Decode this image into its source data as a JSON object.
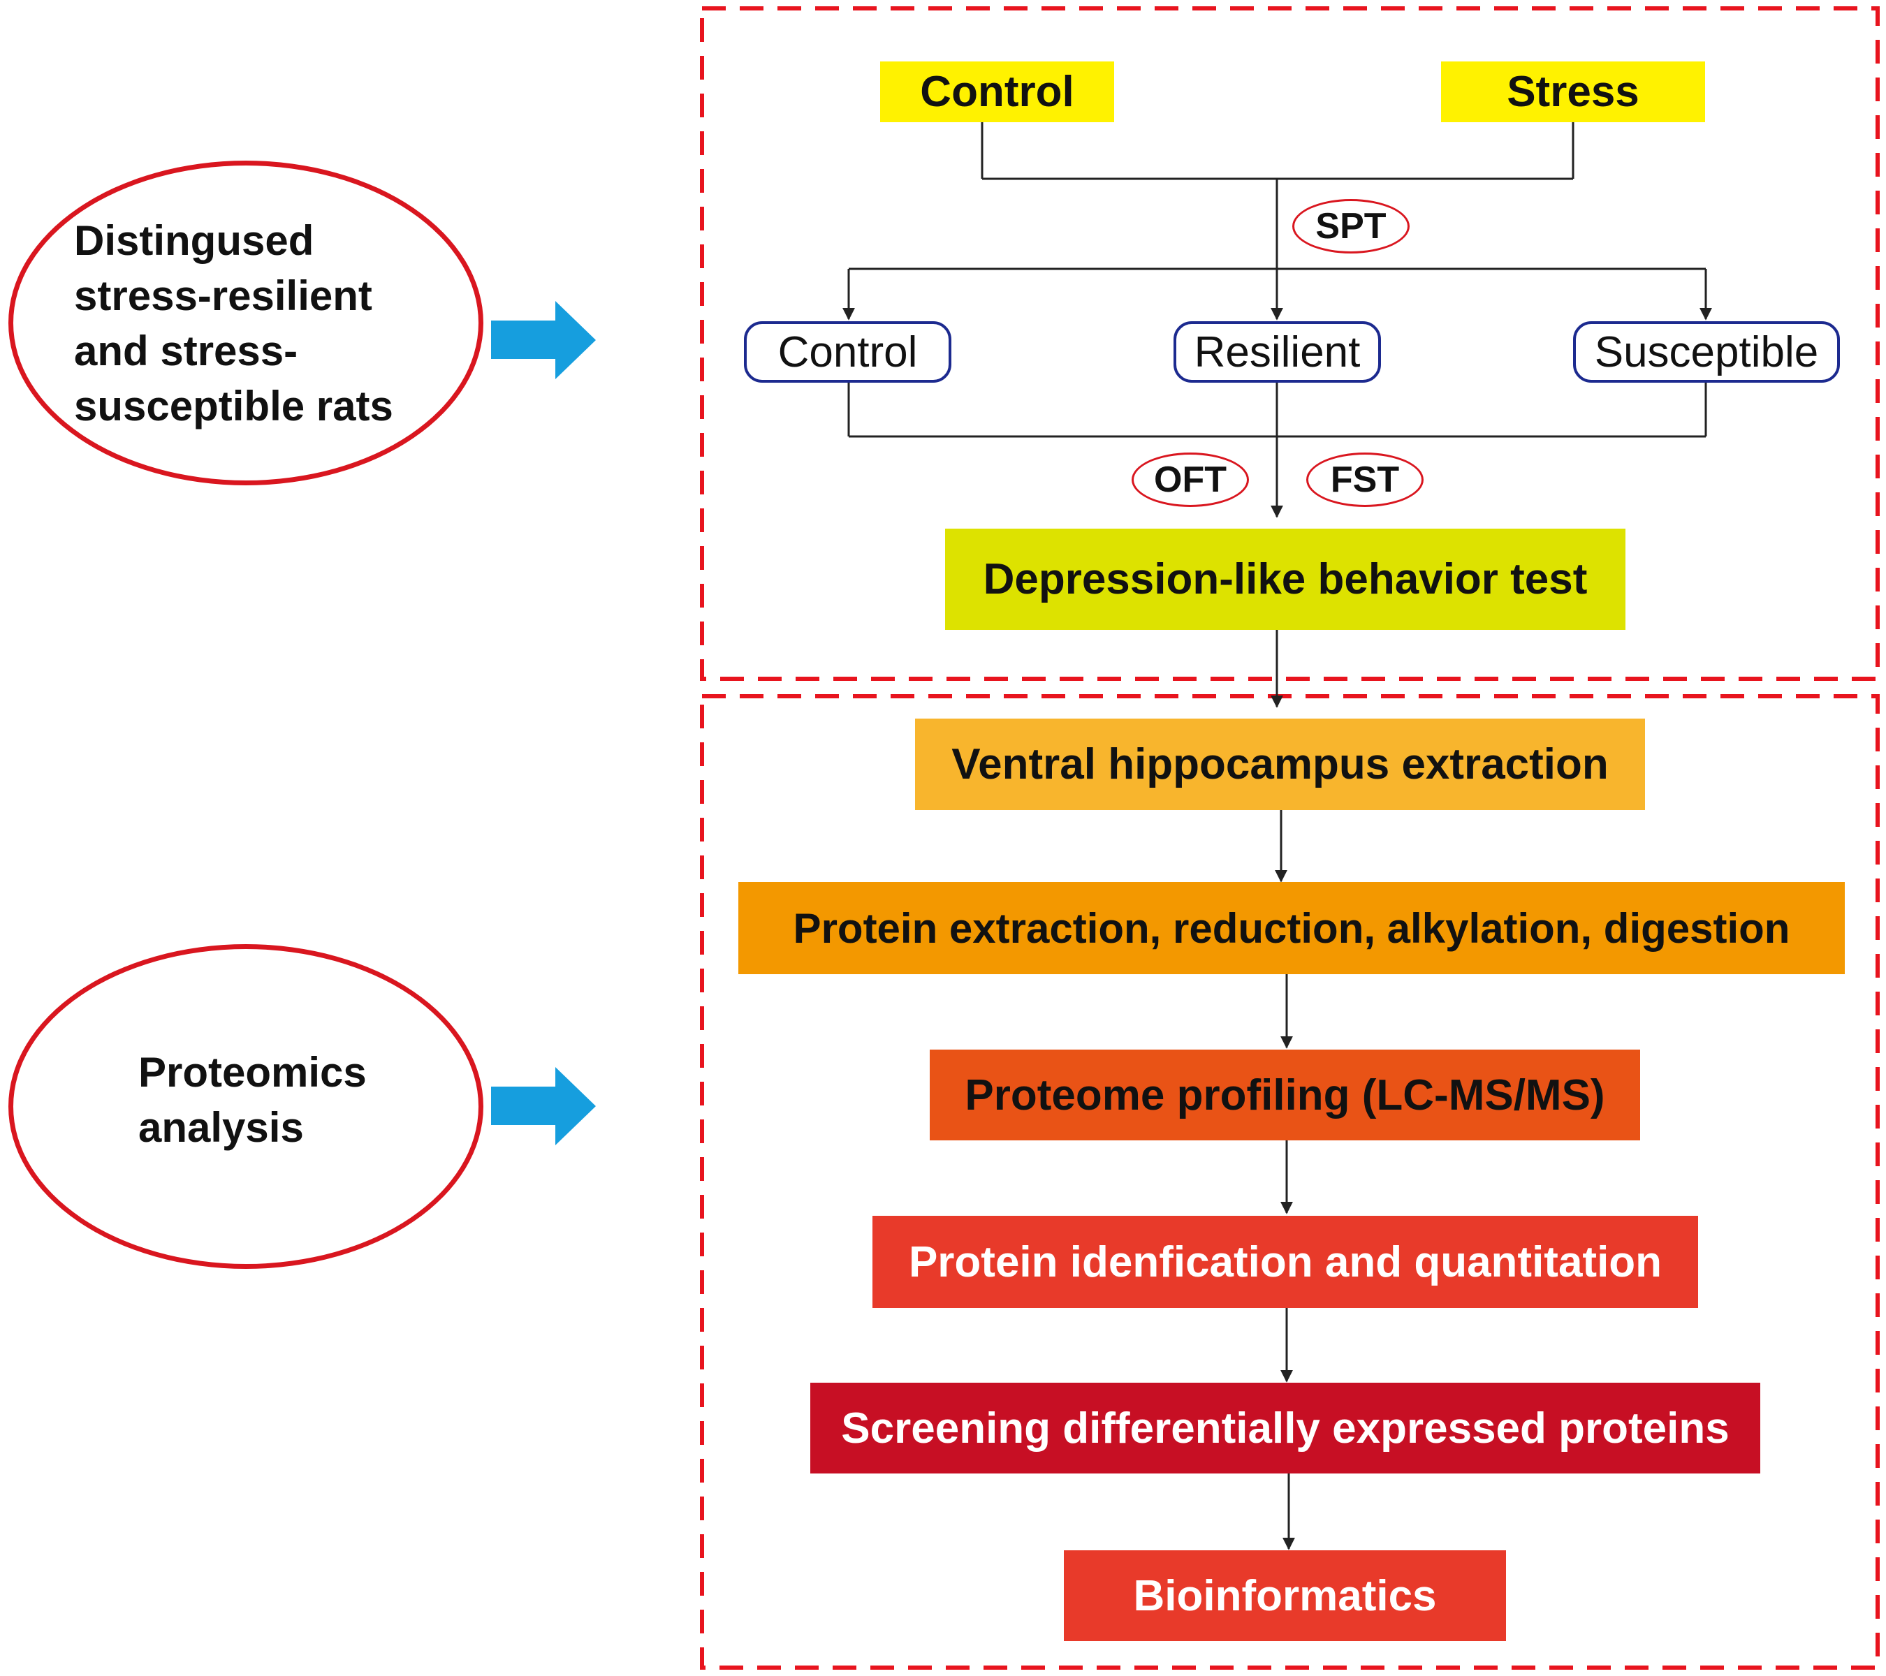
{
  "left_labels": {
    "top_lines": [
      "Distingused",
      "stress-resilient",
      "and stress-",
      "susceptible rats"
    ],
    "bottom_lines": [
      "Proteomics",
      "analysis"
    ]
  },
  "groups": {
    "control": "Control",
    "stress": "Stress"
  },
  "tests": {
    "spt": "SPT",
    "oft": "OFT",
    "fst": "FST"
  },
  "phenotypes": {
    "control": "Control",
    "resilient": "Resilient",
    "susceptible": "Susceptible"
  },
  "steps": {
    "depression_test": "Depression-like behavior test",
    "ventral_extraction": "Ventral hippocampus extraction",
    "protein_extraction": "Protein extraction, reduction, alkylation, digestion",
    "proteome_profiling": "Proteome profiling (LC-MS/MS)",
    "identification": "Protein idenfication and quantitation",
    "screening": "Screening differentially expressed proteins",
    "bioinformatics": "Bioinformatics"
  },
  "colors": {
    "dashed_border": "#e8141e",
    "ellipse_border": "#d9161f",
    "pill_border": "#1c2a8f",
    "arrow_blue": "#169ede",
    "yellow": "#fff200",
    "yellow_green": "#dde200",
    "light_orange": "#f8b52d",
    "orange": "#f39800",
    "dark_orange": "#e95316",
    "red": "#e83a2a",
    "crimson": "#c70f24"
  }
}
